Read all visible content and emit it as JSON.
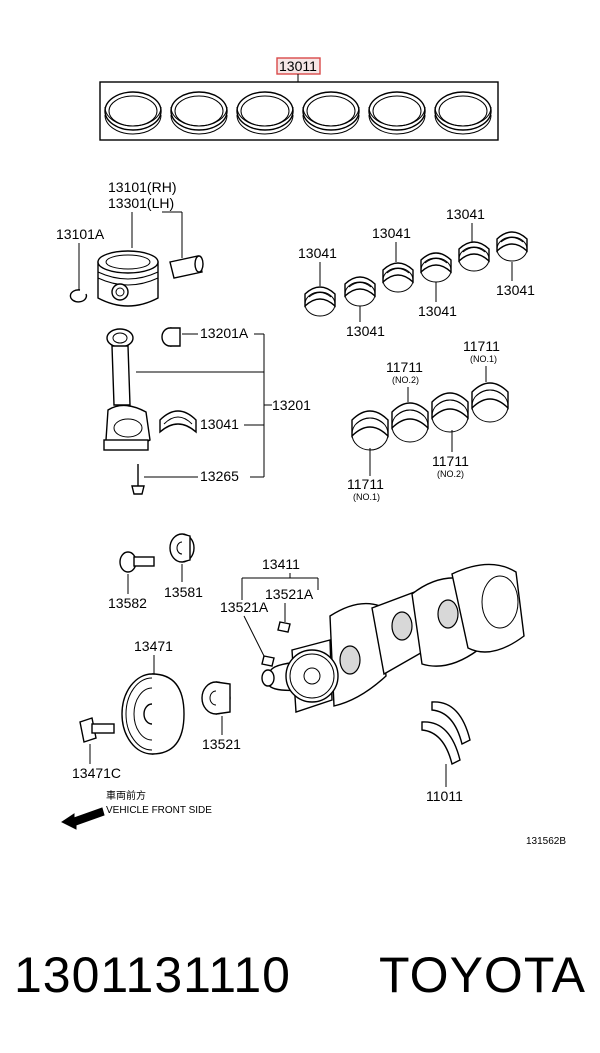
{
  "callouts": {
    "ring_set": "13011",
    "piston_rh": "13101(RH)",
    "piston_lh": "13301(LH)",
    "piston_clip": "13101A",
    "conrod_bushing": "13201A",
    "conrod_assy": "13201",
    "conrod_bearing": "13041",
    "conrod_bolt": "13265",
    "bearing_top_left": "13041",
    "bearing_top_mid": "13041",
    "bearing_top_right": "13041",
    "bearing_bottom_1": "13041",
    "bearing_bottom_2": "13041",
    "bearing_bottom_3": "13041",
    "main_top_label": "11711",
    "main_top_sub": "(NO.1)",
    "main_mid_label": "11711",
    "main_mid_sub": "(NO.2)",
    "main_low_label": "11711",
    "main_low_sub": "(NO.2)",
    "main_bottom_label": "11711",
    "main_bottom_sub": "(NO.1)",
    "washer_bolt": "13582",
    "washer": "13581",
    "crankshaft": "13411",
    "key_a_left": "13521A",
    "key_a_right": "13521A",
    "pulley": "13471",
    "timing_gear": "13521",
    "pulley_bolt": "13471C",
    "thrust_washer": "11011",
    "direction_jp": "車両前方",
    "direction_en": "VEHICLE FRONT SIDE",
    "figure_id": "131562B"
  },
  "caption": {
    "part_number": "1301131110",
    "brand": "TOYOTA"
  },
  "highlight_color": "#d94a4a"
}
